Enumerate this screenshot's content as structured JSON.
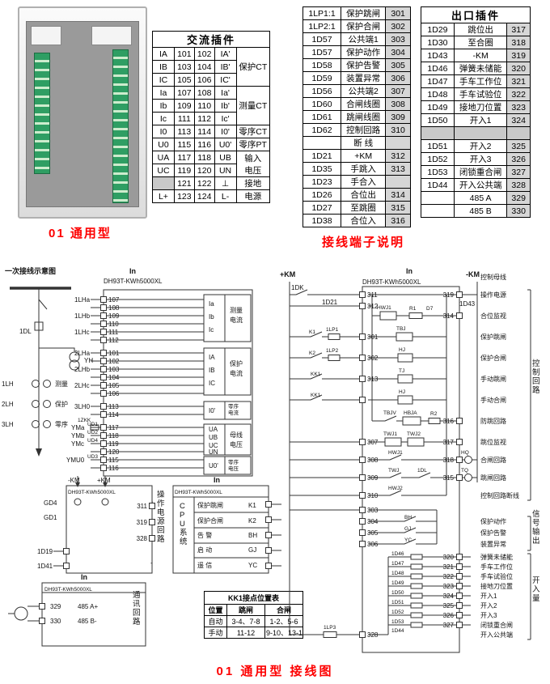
{
  "page": {
    "title_device": "01 通用型",
    "title_terminals": "接线端子说明",
    "title_wiring": "01 通用型 接线图"
  },
  "colors": {
    "title_red": "#fe0000",
    "terminal_green": "#2f9e63",
    "num_cell_gray": "#d6d6d6",
    "shade_gray": "#c9c9c9"
  },
  "ac_table": {
    "title": "交流插件",
    "rows": [
      {
        "c": [
          "IA",
          "101",
          "102",
          "IA'"
        ],
        "g": "保护CT",
        "gspan": 3
      },
      {
        "c": [
          "IB",
          "103",
          "104",
          "IB'"
        ]
      },
      {
        "c": [
          "IC",
          "105",
          "106",
          "IC'"
        ]
      },
      {
        "c": [
          "Ia",
          "107",
          "108",
          "Ia'"
        ],
        "g": "测量CT",
        "gspan": 3
      },
      {
        "c": [
          "Ib",
          "109",
          "110",
          "Ib'"
        ]
      },
      {
        "c": [
          "Ic",
          "111",
          "112",
          "Ic'"
        ]
      },
      {
        "c": [
          "I0",
          "113",
          "114",
          "I0'"
        ],
        "g": "零序CT",
        "gspan": 1
      },
      {
        "c": [
          "U0",
          "115",
          "116",
          "U0'"
        ],
        "g": "零序PT",
        "gspan": 1
      },
      {
        "c": [
          "UA",
          "117",
          "118",
          "UB"
        ],
        "g": "输入\n电压",
        "gspan": 2
      },
      {
        "c": [
          "UC",
          "119",
          "120",
          "UN"
        ]
      },
      {
        "c": [
          "",
          "121",
          "122",
          "⊥"
        ],
        "g": "接地",
        "gspan": 1
      },
      {
        "c": [
          "L+",
          "123",
          "124",
          "L-"
        ],
        "g": "电源",
        "gspan": 1
      }
    ]
  },
  "mid_table": {
    "rows": [
      [
        "1LP1:1",
        "保护跳闸",
        "301"
      ],
      [
        "1LP2:1",
        "保护合闸",
        "302"
      ],
      [
        "1D57",
        "公共端1",
        "303"
      ],
      [
        "1D57",
        "保护动作",
        "304"
      ],
      [
        "1D58",
        "保护告警",
        "305"
      ],
      [
        "1D59",
        "装置异常",
        "306"
      ],
      [
        "1D56",
        "公共端2",
        "307"
      ],
      [
        "1D60",
        "合闸线圈",
        "308"
      ],
      [
        "1D61",
        "跳闸线圈",
        "309"
      ],
      [
        "1D62",
        "控制回路",
        "310"
      ],
      [
        "",
        "断 线",
        ""
      ],
      [
        "1D21",
        "+KM",
        "312"
      ],
      [
        "1D35",
        "手跳入",
        "313"
      ],
      [
        "1D23",
        "手合入",
        ""
      ],
      [
        "1D26",
        "合位出",
        "314"
      ],
      [
        "1D27",
        "至跳圈",
        "315"
      ],
      [
        "1D38",
        "合位入",
        "316"
      ]
    ]
  },
  "out_table": {
    "title": "出口插件",
    "rows": [
      [
        "1D29",
        "跳位出",
        "317"
      ],
      [
        "1D30",
        "至合圈",
        "318"
      ],
      [
        "1D43",
        "-KM",
        "319"
      ],
      [
        "1D46",
        "弹簧未储能",
        "320"
      ],
      [
        "1D47",
        "手车工作位",
        "321"
      ],
      [
        "1D48",
        "手车试验位",
        "322"
      ],
      [
        "1D49",
        "接地刀位置",
        "323"
      ],
      [
        "1D50",
        "开入1",
        "324"
      ],
      [
        "",
        "",
        ""
      ],
      [
        "1D51",
        "开入2",
        "325"
      ],
      [
        "1D52",
        "开入3",
        "326"
      ],
      [
        "1D53",
        "闭锁重合闸",
        "327"
      ],
      [
        "1D44",
        "开入公共端",
        "328"
      ],
      [
        "",
        "485 A",
        "329"
      ],
      [
        "",
        "485 B",
        "330"
      ]
    ]
  },
  "kk1_table": {
    "title": "KK1接点位置表",
    "headers": [
      "位置",
      "跳闸",
      "合闸"
    ],
    "rows": [
      [
        "自动",
        "3-4、7-8",
        "1-2、5-6"
      ],
      [
        "手动",
        "11-12",
        "9-10、13-14"
      ]
    ]
  },
  "diagram": {
    "labels": [
      [
        "一次接线示意图",
        6,
        26,
        "b"
      ],
      [
        "1DL",
        24,
        100
      ],
      [
        "YH",
        104,
        136
      ],
      [
        "1LH",
        2,
        165
      ],
      [
        "测量",
        68,
        165
      ],
      [
        "2LH",
        2,
        190
      ],
      [
        "保护",
        68,
        190
      ],
      [
        "3LH",
        2,
        215
      ],
      [
        "零序",
        68,
        215
      ],
      [
        "In",
        160,
        26,
        "b"
      ],
      [
        "DH93T-KWh5000XL",
        128,
        38
      ],
      [
        "1LHa",
        92,
        61
      ],
      [
        "107",
        134,
        61
      ],
      [
        "108",
        134,
        71
      ],
      [
        "1LHb",
        92,
        81
      ],
      [
        "109",
        134,
        81
      ],
      [
        "110",
        134,
        91
      ],
      [
        "1LHc",
        92,
        101
      ],
      [
        "111",
        134,
        101
      ],
      [
        "112",
        134,
        111
      ],
      [
        "2LHa",
        92,
        127
      ],
      [
        "101",
        134,
        127
      ],
      [
        "102",
        134,
        137
      ],
      [
        "2LHb",
        92,
        147
      ],
      [
        "103",
        134,
        147
      ],
      [
        "104",
        134,
        157
      ],
      [
        "2LHc",
        92,
        167
      ],
      [
        "105",
        134,
        167
      ],
      [
        "106",
        134,
        177
      ],
      [
        "3LH0",
        92,
        193
      ],
      [
        "113",
        134,
        193
      ],
      [
        "114",
        134,
        203
      ],
      [
        "YMa",
        88,
        219
      ],
      [
        "UD1",
        108,
        214,
        "s"
      ],
      [
        "1ZKK",
        96,
        209,
        "s"
      ],
      [
        "117",
        134,
        219
      ],
      [
        "YMb",
        88,
        229
      ],
      [
        "UD2",
        108,
        224,
        "s"
      ],
      [
        "118",
        134,
        229
      ],
      [
        "YMc",
        88,
        239
      ],
      [
        "UD4",
        108,
        234,
        "s"
      ],
      [
        "119",
        134,
        239
      ],
      [
        "120",
        134,
        249
      ],
      [
        "YMU0",
        82,
        259
      ],
      [
        "UD3",
        108,
        254,
        "s"
      ],
      [
        "115",
        134,
        259
      ],
      [
        "116",
        134,
        269
      ],
      [
        "Ia",
        258,
        66
      ],
      [
        "Ib",
        258,
        82
      ],
      [
        "Ic",
        258,
        98
      ],
      [
        "测量",
        284,
        74
      ],
      [
        "电流",
        284,
        86
      ],
      [
        "IA",
        258,
        132
      ],
      [
        "IB",
        258,
        148
      ],
      [
        "IC",
        258,
        164
      ],
      [
        "保护",
        284,
        140
      ],
      [
        "电流",
        284,
        152
      ],
      [
        "I0'",
        258,
        198
      ],
      [
        "零序",
        282,
        192,
        "s"
      ],
      [
        "电流",
        282,
        200,
        "s"
      ],
      [
        "UA",
        258,
        221
      ],
      [
        "UB",
        258,
        231
      ],
      [
        "UC",
        258,
        241
      ],
      [
        "UN",
        258,
        249
      ],
      [
        "母线",
        284,
        228
      ],
      [
        "电压",
        284,
        240
      ],
      [
        "U0'",
        258,
        266
      ],
      [
        "零序",
        282,
        261,
        "s"
      ],
      [
        "电压",
        282,
        269,
        "s"
      ],
      [
        "-KM",
        84,
        284
      ],
      [
        "+KM",
        120,
        284
      ],
      [
        "DH93T-KWh5000XL",
        84,
        298,
        "s"
      ],
      [
        "GD4",
        54,
        312
      ],
      [
        "GD1",
        54,
        330
      ],
      [
        "311",
        182,
        316,
        "e"
      ],
      [
        "319",
        182,
        336,
        "e"
      ],
      [
        "328",
        182,
        356,
        "e"
      ],
      [
        "1D19",
        46,
        372
      ],
      [
        "1D41",
        46,
        390
      ],
      [
        "操作电源回路",
        194,
        302,
        "v"
      ],
      [
        "+",
        186,
        312
      ],
      [
        "-",
        186,
        386
      ],
      [
        "In",
        264,
        284,
        "b"
      ],
      [
        "DH93T-KWh5000XL",
        216,
        298,
        "s"
      ],
      [
        "CPU系统",
        222,
        316,
        "v"
      ],
      [
        "保护跳闸",
        244,
        315
      ],
      [
        "K1",
        307,
        315
      ],
      [
        "保护合闸",
        244,
        334
      ],
      [
        "K2",
        307,
        334
      ],
      [
        "告 警",
        244,
        352
      ],
      [
        "BH",
        307,
        352
      ],
      [
        "启 动",
        244,
        370
      ],
      [
        "GJ",
        307,
        370
      ],
      [
        "遥 信",
        244,
        389
      ],
      [
        "YC",
        307,
        389
      ],
      [
        "In",
        100,
        404,
        "b"
      ],
      [
        "DH93T-KWh5000XL",
        55,
        418,
        "s"
      ],
      [
        "329",
        62,
        440
      ],
      [
        "330",
        62,
        458
      ],
      [
        "485 A+",
        96,
        440
      ],
      [
        "485 B-",
        96,
        458
      ],
      [
        "通讯回路",
        164,
        426,
        "v"
      ],
      [
        "+KM",
        346,
        30,
        "b"
      ],
      [
        "-KM",
        576,
        30,
        "b"
      ],
      [
        "In",
        502,
        26,
        "b"
      ],
      [
        "DH93T-KWh5000XL",
        448,
        39
      ],
      [
        "1DK",
        360,
        46
      ],
      [
        "1D21",
        398,
        64
      ],
      [
        "1D43",
        568,
        66
      ],
      [
        "311",
        454,
        55
      ],
      [
        "312",
        454,
        69
      ],
      [
        "301",
        454,
        107
      ],
      [
        "302",
        454,
        133
      ],
      [
        "313",
        454,
        159
      ],
      [
        "307",
        454,
        237
      ],
      [
        "308",
        454,
        259
      ],
      [
        "309",
        454,
        281
      ],
      [
        "310",
        454,
        303
      ],
      [
        "303",
        454,
        321
      ],
      [
        "304",
        454,
        335
      ],
      [
        "305",
        454,
        349
      ],
      [
        "306",
        454,
        363
      ],
      [
        "328",
        454,
        475
      ],
      [
        "319",
        561,
        55,
        "e"
      ],
      [
        "314",
        561,
        81,
        "e"
      ],
      [
        "316",
        561,
        211,
        "e"
      ],
      [
        "317",
        561,
        237,
        "e"
      ],
      [
        "318",
        561,
        259,
        "e"
      ],
      [
        "315",
        561,
        281,
        "e"
      ],
      [
        "320",
        561,
        379,
        "e"
      ],
      [
        "321",
        561,
        391,
        "e"
      ],
      [
        "322",
        561,
        403,
        "e"
      ],
      [
        "323",
        561,
        415,
        "e"
      ],
      [
        "324",
        561,
        427,
        "e"
      ],
      [
        "325",
        561,
        439,
        "e"
      ],
      [
        "326",
        561,
        451,
        "e"
      ],
      [
        "327",
        561,
        463,
        "e"
      ],
      [
        "HWJ1",
        466,
        70,
        "s"
      ],
      [
        "R1",
        506,
        71,
        "s"
      ],
      [
        "D7",
        527,
        71,
        "s"
      ],
      [
        "K1",
        382,
        100,
        "s"
      ],
      [
        "1LP1",
        403,
        97,
        "s"
      ],
      [
        "TBJ",
        490,
        96,
        "s"
      ],
      [
        "K2",
        382,
        126,
        "s"
      ],
      [
        "1LP2",
        403,
        123,
        "s"
      ],
      [
        "HJ",
        493,
        122,
        "s"
      ],
      [
        "KK1",
        384,
        152,
        "s"
      ],
      [
        "TJ",
        493,
        148,
        "s"
      ],
      [
        "KK1",
        384,
        178,
        "s"
      ],
      [
        "HJ",
        493,
        174,
        "s"
      ],
      [
        "TBJV",
        474,
        200,
        "s"
      ],
      [
        "HBJA",
        499,
        200,
        "s"
      ],
      [
        "R2",
        532,
        201,
        "s"
      ],
      [
        "TWJ1",
        474,
        226,
        "s"
      ],
      [
        "TWJ2",
        503,
        226,
        "s"
      ],
      [
        "HWJ1",
        480,
        249,
        "s"
      ],
      [
        "HQ",
        570,
        249,
        "s"
      ],
      [
        "TWJ",
        480,
        271,
        "s"
      ],
      [
        "1DL",
        516,
        271,
        "s"
      ],
      [
        "TQ",
        570,
        271,
        "s"
      ],
      [
        "HWJ2",
        480,
        293,
        "s"
      ],
      [
        "BH",
        500,
        329,
        "s"
      ],
      [
        "GJ",
        500,
        343,
        "s"
      ],
      [
        "YC",
        500,
        357,
        "s"
      ],
      [
        "1LP3",
        400,
        465,
        "s"
      ],
      [
        "1D44",
        484,
        469,
        "s"
      ],
      [
        "1D46",
        484,
        374,
        "s"
      ],
      [
        "1D47",
        484,
        386,
        "s"
      ],
      [
        "1D48",
        484,
        398,
        "s"
      ],
      [
        "1D49",
        484,
        410,
        "s"
      ],
      [
        "1D50",
        484,
        422,
        "s"
      ],
      [
        "1D51",
        484,
        434,
        "s"
      ],
      [
        "1D52",
        484,
        446,
        "s"
      ],
      [
        "1D53",
        484,
        458,
        "s"
      ],
      [
        "控制母线",
        594,
        33
      ],
      [
        "操作电源",
        594,
        55
      ],
      [
        "合位监视",
        594,
        81
      ],
      [
        "保护跳闸",
        594,
        107
      ],
      [
        "保护合闸",
        594,
        133
      ],
      [
        "手动跳闸",
        594,
        159
      ],
      [
        "手动合闸",
        594,
        185
      ],
      [
        "防跳回路",
        594,
        211
      ],
      [
        "跳位监视",
        594,
        237
      ],
      [
        "合闸回路",
        594,
        259
      ],
      [
        "跳闸回路",
        594,
        281
      ],
      [
        "控制回路断线",
        594,
        303
      ],
      [
        "保护动作",
        594,
        335
      ],
      [
        "保护告警",
        594,
        349
      ],
      [
        "装置异常",
        594,
        363
      ],
      [
        "弹簧未储能",
        594,
        379
      ],
      [
        "手车工作位",
        594,
        391
      ],
      [
        "手车试验位",
        594,
        403
      ],
      [
        "接地刀位置",
        594,
        415
      ],
      [
        "开入1",
        594,
        427
      ],
      [
        "开入2",
        594,
        439
      ],
      [
        "开入3",
        594,
        451
      ],
      [
        "闭锁重合闸",
        594,
        463
      ],
      [
        "开入公共端",
        594,
        475
      ],
      [
        "控制回路",
        658,
        140,
        "v"
      ],
      [
        "信号输出",
        658,
        326,
        "v"
      ],
      [
        "开入量",
        658,
        408,
        "v"
      ]
    ]
  }
}
